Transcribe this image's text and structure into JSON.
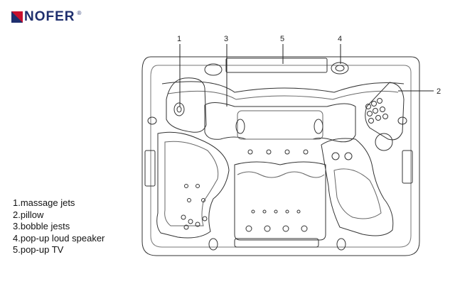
{
  "brand": {
    "name": "NOFER",
    "registered_mark": "®",
    "mark_color": "#c8102e",
    "text_color": "#1f2f6e"
  },
  "callouts": [
    {
      "number": "1"
    },
    {
      "number": "2"
    },
    {
      "number": "3"
    },
    {
      "number": "4"
    },
    {
      "number": "5"
    }
  ],
  "legend": [
    "1.massage jets",
    "2.pillow",
    "3.bobble jests",
    "4.pop-up loud speaker",
    "5.pop-up TV"
  ]
}
